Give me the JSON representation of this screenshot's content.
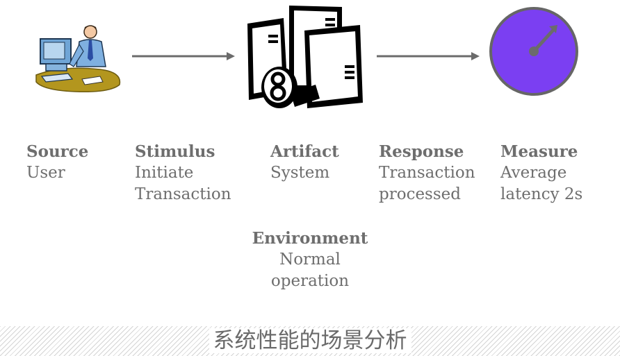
{
  "elements": [
    {
      "label": "Source",
      "value_lines": [
        "User"
      ]
    },
    {
      "label": "Stimulus",
      "value_lines": [
        "Initiate",
        "Transaction"
      ]
    },
    {
      "label": "Artifact",
      "value_lines": [
        "System"
      ]
    },
    {
      "label": "Response",
      "value_lines": [
        "Transaction",
        "processed"
      ]
    },
    {
      "label": "Measure",
      "value_lines": [
        "Average",
        "latency 2s"
      ]
    }
  ],
  "environment": {
    "label": "Environment",
    "value_lines": [
      "Normal",
      "operation"
    ]
  },
  "footer_title": "系统性能的场景分析",
  "icons": [
    "person-at-computer-icon",
    "servers-icon",
    "gauge-icon"
  ],
  "colors": {
    "text": "#6e6e6e",
    "arrow": "#6b6b6b",
    "gauge_fill": "#7b3ff2",
    "gauge_rim": "#666666"
  }
}
